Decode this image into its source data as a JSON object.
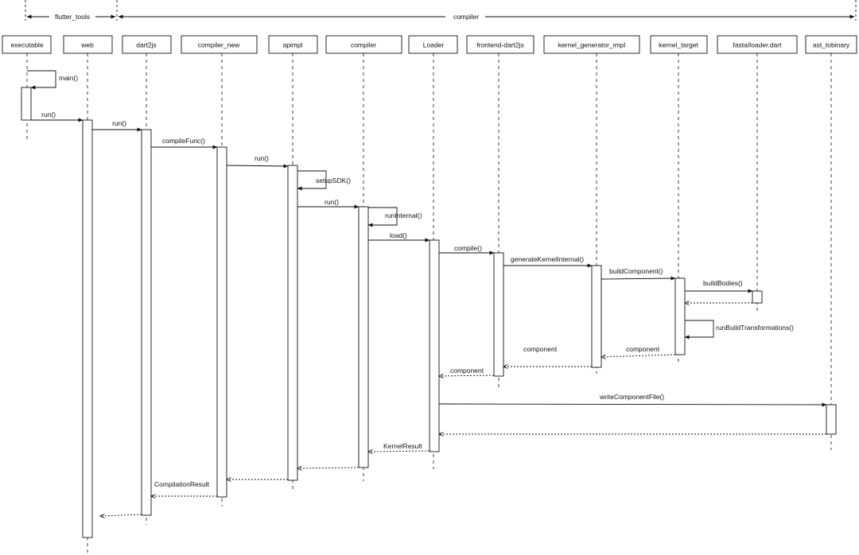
{
  "groups": [
    {
      "label": "flutter_tools",
      "from": "executable",
      "to": "web"
    },
    {
      "label": "compiler",
      "from": "web",
      "to": "end"
    }
  ],
  "participants": [
    {
      "id": "executable",
      "label": "executable"
    },
    {
      "id": "web",
      "label": "web"
    },
    {
      "id": "dart2js",
      "label": "dart2js"
    },
    {
      "id": "compiler_new",
      "label": "compiler_new"
    },
    {
      "id": "apimpl",
      "label": "apimpl"
    },
    {
      "id": "compiler",
      "label": "compiler"
    },
    {
      "id": "loader",
      "label": "Loader"
    },
    {
      "id": "frontend_dart2js",
      "label": "frontend-dart2js"
    },
    {
      "id": "kernel_generator_impl",
      "label": "kernel_generator_impl"
    },
    {
      "id": "kernel_target",
      "label": "kernel_target"
    },
    {
      "id": "fasta_loader",
      "label": "fasta/loader.dart"
    },
    {
      "id": "ast_tobinary",
      "label": "ast_tobinary"
    }
  ],
  "messages": [
    {
      "id": "main",
      "label": "main()",
      "from": "executable",
      "to": "executable",
      "kind": "self-call"
    },
    {
      "id": "run_exec_web",
      "label": "run()",
      "from": "executable",
      "to": "web",
      "kind": "call"
    },
    {
      "id": "run_web_dart2js",
      "label": "run()",
      "from": "web",
      "to": "dart2js",
      "kind": "call"
    },
    {
      "id": "compilefunc",
      "label": "compileFunc()",
      "from": "dart2js",
      "to": "compiler_new",
      "kind": "call"
    },
    {
      "id": "run_cn_apimpl",
      "label": "run()",
      "from": "compiler_new",
      "to": "apimpl",
      "kind": "call"
    },
    {
      "id": "setupsdk",
      "label": "setupSDK()",
      "from": "apimpl",
      "to": "apimpl",
      "kind": "self-call"
    },
    {
      "id": "run_apimpl_compiler",
      "label": "run()",
      "from": "apimpl",
      "to": "compiler",
      "kind": "call"
    },
    {
      "id": "runinternal",
      "label": "runInternal()",
      "from": "compiler",
      "to": "compiler",
      "kind": "self-call"
    },
    {
      "id": "load",
      "label": "load()",
      "from": "compiler",
      "to": "loader",
      "kind": "call"
    },
    {
      "id": "compile",
      "label": "compile()",
      "from": "loader",
      "to": "frontend_dart2js",
      "kind": "call"
    },
    {
      "id": "generatekernelinternal",
      "label": "generateKernelInternal()",
      "from": "frontend_dart2js",
      "to": "kernel_generator_impl",
      "kind": "call"
    },
    {
      "id": "buildcomponent",
      "label": "buildComponent()",
      "from": "kernel_generator_impl",
      "to": "kernel_target",
      "kind": "call"
    },
    {
      "id": "buildbodies",
      "label": "buildBodies()",
      "from": "kernel_target",
      "to": "fasta_loader",
      "kind": "call"
    },
    {
      "id": "buildbodies_return",
      "label": "",
      "from": "fasta_loader",
      "to": "kernel_target",
      "kind": "return"
    },
    {
      "id": "runbuildtransformations",
      "label": "runBuildTransformations()",
      "from": "kernel_target",
      "to": "kernel_target",
      "kind": "self-call"
    },
    {
      "id": "component_kt_kgi",
      "label": "component",
      "from": "kernel_target",
      "to": "kernel_generator_impl",
      "kind": "return"
    },
    {
      "id": "component_kgi_fd",
      "label": "component",
      "from": "kernel_generator_impl",
      "to": "frontend_dart2js",
      "kind": "return"
    },
    {
      "id": "component_fd_loader",
      "label": "component",
      "from": "frontend_dart2js",
      "to": "loader",
      "kind": "return"
    },
    {
      "id": "writecomponentfile",
      "label": "writeComponentFile()",
      "from": "loader",
      "to": "ast_tobinary",
      "kind": "call"
    },
    {
      "id": "writecomponentfile_return",
      "label": "",
      "from": "ast_tobinary",
      "to": "loader",
      "kind": "return"
    },
    {
      "id": "kernelresult",
      "label": "KernelResult",
      "from": "loader",
      "to": "compiler",
      "kind": "return"
    },
    {
      "id": "compiler_return",
      "label": "",
      "from": "compiler",
      "to": "apimpl",
      "kind": "return"
    },
    {
      "id": "apimpl_return",
      "label": "",
      "from": "apimpl",
      "to": "compiler_new",
      "kind": "return"
    },
    {
      "id": "compilationresult",
      "label": "CompilationResult",
      "from": "compiler_new",
      "to": "dart2js",
      "kind": "return"
    },
    {
      "id": "dart2js_return",
      "label": "",
      "from": "dart2js",
      "to": "web",
      "kind": "return"
    }
  ]
}
